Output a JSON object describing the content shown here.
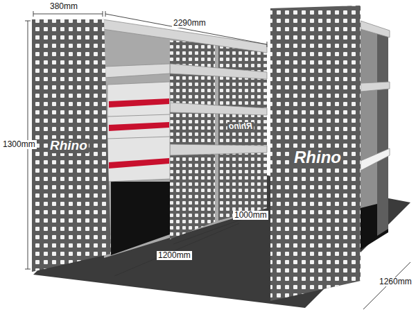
{
  "diagram": {
    "labels": [
      "380mm",
      "2290mm",
      "1300mm",
      "Rhino",
      "Rhino",
      "Rhino",
      "1000mm",
      "1200mm",
      "1260mm"
    ]
  }
}
